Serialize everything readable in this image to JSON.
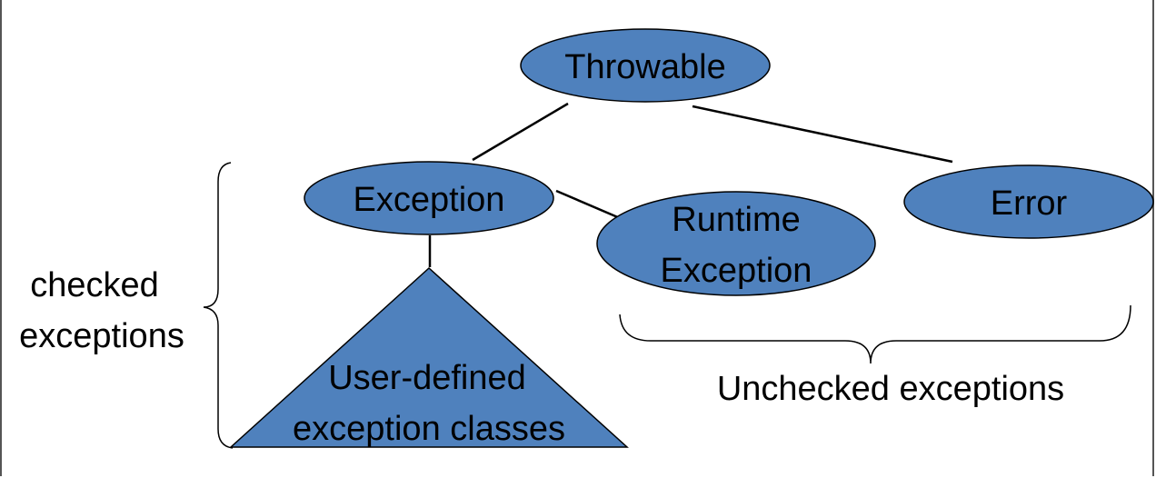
{
  "diagram": {
    "nodes": {
      "throwable": {
        "label": "Throwable"
      },
      "exception": {
        "label": "Exception"
      },
      "runtime_exception": {
        "line1": "Runtime",
        "line2": "Exception"
      },
      "error": {
        "label": "Error"
      },
      "user_defined": {
        "line1": "User-defined",
        "line2": "exception classes"
      }
    },
    "annotations": {
      "checked": {
        "line1": "checked",
        "line2": "exceptions"
      },
      "unchecked": "Unchecked exceptions"
    },
    "colors": {
      "node_fill": "#4f81bd",
      "stroke": "#000000",
      "text": "#000000"
    }
  }
}
